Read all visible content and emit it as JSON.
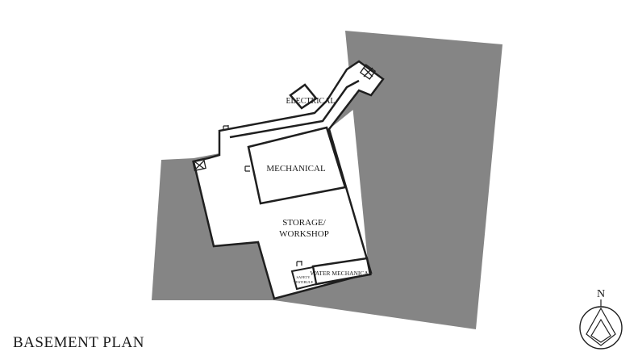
{
  "plan": {
    "title": "BASEMENT PLAN",
    "rooms": {
      "electrical": "ELECTRICAL",
      "mechanical": "MECHANICAL",
      "storage_line1": "STORAGE/",
      "storage_line2": "WORKSHOP",
      "water_mechanical": "WATER MECHANICAL",
      "safety_line1": "SAFETY",
      "safety_line2": "VESTIBULE"
    },
    "north_label": "N"
  },
  "colors": {
    "ground": "#858585",
    "wall": "#1f1f1f",
    "floor": "#ffffff",
    "text": "#1a1a1a"
  }
}
